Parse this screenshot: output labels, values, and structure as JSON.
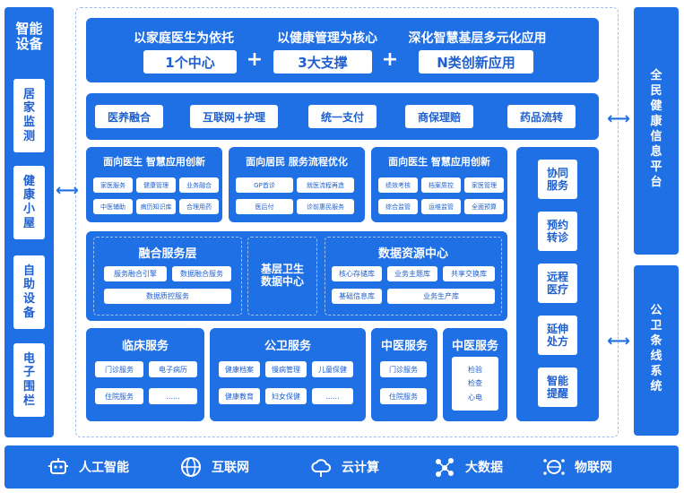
{
  "left_column": {
    "title": [
      "智能",
      "设备"
    ],
    "items": [
      [
        "居",
        "家",
        "监",
        "测"
      ],
      [
        "健",
        "康",
        "小",
        "屋"
      ],
      [
        "自",
        "助",
        "设",
        "备"
      ],
      [
        "电",
        "子",
        "围",
        "栏"
      ]
    ]
  },
  "header": {
    "slogans": [
      "以家庭医生为依托",
      "以健康管理为核心",
      "深化智慧基层多元化应用"
    ],
    "boxes": [
      "1个中心",
      "3大支撑",
      "N类创新应用"
    ],
    "plus": "+"
  },
  "services_row": [
    "医养融合",
    "互联网+护理",
    "统一支付",
    "商保理赔",
    "药品流转"
  ],
  "app_panels": [
    {
      "title": "面向医生 智慧应用创新",
      "tags": [
        "家医服务",
        "健康管理",
        "业务融合",
        "中医辅助",
        "病历知识库",
        "合理用药"
      ]
    },
    {
      "title": "面向居民 服务流程优化",
      "tags": [
        "GP首诊",
        "就医流程再造",
        "医后付",
        "诊前惠民服务"
      ]
    },
    {
      "title": "面向医生 智慧应用创新",
      "tags": [
        "绩效考核",
        "档案质控",
        "家医管理",
        "综合监管",
        "运维监管",
        "全面预算"
      ]
    }
  ],
  "data_center": {
    "fusion_title": "融合服务层",
    "fusion_tags": [
      "服务融合引擎",
      "数据融合服务",
      "数据质控服务"
    ],
    "center_title": [
      "基层卫生",
      "数据中心"
    ],
    "resource_title": "数据资源中心",
    "resource_tags": [
      "核心存储库",
      "业务主题库",
      "共享交换库",
      "基础信息库",
      "业务生产库"
    ]
  },
  "bottom_panels": [
    {
      "title": "临床服务",
      "tags": [
        "门诊服务",
        "电子病历",
        "住院服务",
        "......"
      ]
    },
    {
      "title": "公卫服务",
      "tags": [
        "健康档案",
        "慢病管理",
        "儿童保健",
        "健康教育",
        "妇女保健",
        "......"
      ]
    },
    {
      "title": "中医服务",
      "tags": [
        "门诊服务",
        "住院服务"
      ]
    },
    {
      "title": "中医服务",
      "tags": [
        "检验",
        "检查",
        "心电"
      ]
    }
  ],
  "right_services": [
    [
      "协同",
      "服务"
    ],
    [
      "预约",
      "转诊"
    ],
    [
      "远程",
      "医疗"
    ],
    [
      "延伸",
      "处方"
    ],
    [
      "智能",
      "提醒"
    ]
  ],
  "far_right": {
    "top": [
      "全",
      "民",
      "健",
      "康",
      "信",
      "息",
      "平",
      "台"
    ],
    "bottom": [
      "公",
      "卫",
      "条",
      "线",
      "系",
      "统"
    ]
  },
  "tech_bar": [
    {
      "label": "人工智能",
      "icon": "robot-icon"
    },
    {
      "label": "互联网",
      "icon": "globe-icon"
    },
    {
      "label": "云计算",
      "icon": "cloud-icon"
    },
    {
      "label": "大数据",
      "icon": "network-icon"
    },
    {
      "label": "物联网",
      "icon": "iot-globe-icon"
    }
  ],
  "arrow_glyph": "⟷",
  "colors": {
    "primary": "#1f6fe5",
    "panel": "#2a78ea",
    "text_on_white": "#1f5fcf"
  }
}
